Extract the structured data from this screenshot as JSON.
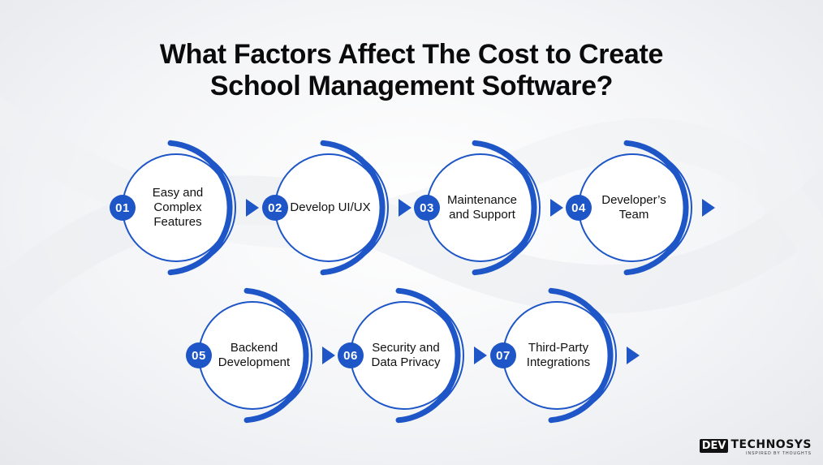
{
  "title": {
    "line1": "What Factors Affect The Cost to Create",
    "line2": "School Management Software?"
  },
  "colors": {
    "accent": "#1e56c8",
    "ring": "#1e56c8",
    "text": "#111111"
  },
  "factors": [
    {
      "number": "01",
      "label": "Easy and Complex Features"
    },
    {
      "number": "02",
      "label": "Develop UI/UX"
    },
    {
      "number": "03",
      "label": "Maintenance and Support"
    },
    {
      "number": "04",
      "label": "Developer’s Team"
    },
    {
      "number": "05",
      "label": "Backend Development"
    },
    {
      "number": "06",
      "label": "Security and Data Privacy"
    },
    {
      "number": "07",
      "label": "Third-Party Integrations"
    }
  ],
  "logo": {
    "mark": "DEV",
    "name": "TECHNOSYS",
    "tagline": "INSPIRED BY THOUGHTS"
  }
}
